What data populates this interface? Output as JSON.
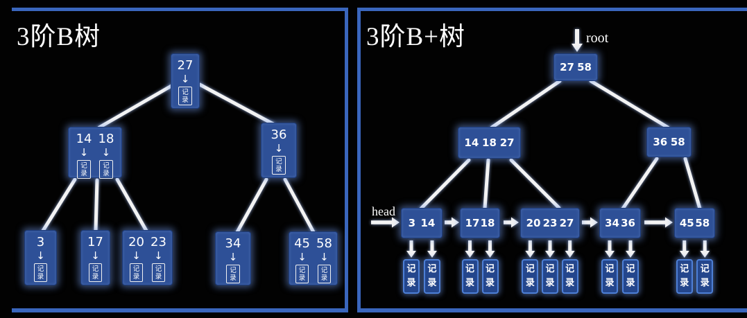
{
  "colors": {
    "background": "#020202",
    "panel_border": "#3a66bd",
    "node_fill": "#2e5097",
    "record_fill": "#24468c",
    "record_border": "#4d7fd6",
    "edge": "#f3f3f3",
    "text": "#ffffff"
  },
  "icons": {
    "down_arrow": "↓"
  },
  "left_panel": {
    "title": "3阶B树",
    "record_label": "记录",
    "nodes": [
      {
        "id": "b-root",
        "keys": [
          "27"
        ]
      },
      {
        "id": "b-n14-18",
        "keys": [
          "14",
          "18"
        ]
      },
      {
        "id": "b-n36",
        "keys": [
          "36"
        ]
      },
      {
        "id": "b-leaf3",
        "keys": [
          "3"
        ]
      },
      {
        "id": "b-leaf17",
        "keys": [
          "17"
        ]
      },
      {
        "id": "b-leaf20-23",
        "keys": [
          "20",
          "23"
        ]
      },
      {
        "id": "b-leaf34",
        "keys": [
          "34"
        ]
      },
      {
        "id": "b-leaf45-58",
        "keys": [
          "45",
          "58"
        ]
      }
    ]
  },
  "right_panel": {
    "title": "3阶B+树",
    "root_label": "root",
    "head_label": "head",
    "record_label": "记录",
    "internal_nodes": [
      {
        "id": "bp-root",
        "keys": [
          "27",
          "58"
        ]
      },
      {
        "id": "bp-n14-18-27",
        "keys": [
          "14",
          "18",
          "27"
        ]
      },
      {
        "id": "bp-n36-58",
        "keys": [
          "36",
          "58"
        ]
      }
    ],
    "leaf_nodes": [
      {
        "id": "bp-l3-14",
        "keys": [
          "3",
          "14"
        ]
      },
      {
        "id": "bp-l17-18",
        "keys": [
          "17",
          "18"
        ]
      },
      {
        "id": "bp-l20-23-27",
        "keys": [
          "20",
          "23",
          "27"
        ]
      },
      {
        "id": "bp-l34-36",
        "keys": [
          "34",
          "36"
        ]
      },
      {
        "id": "bp-l45-58",
        "keys": [
          "45",
          "58"
        ]
      }
    ]
  }
}
